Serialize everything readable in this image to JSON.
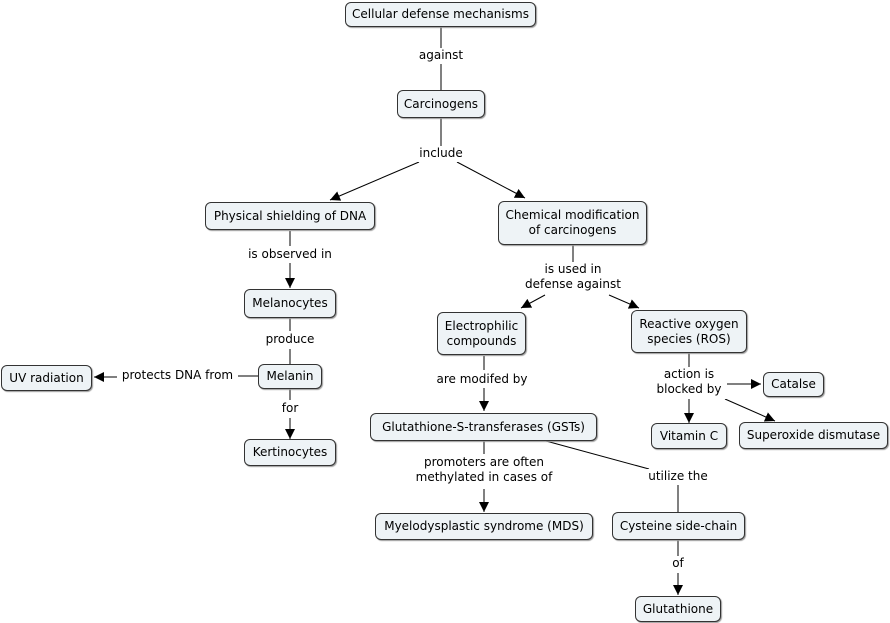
{
  "nodes": {
    "cellular_defense": "Cellular defense mechanisms",
    "carcinogens": "Carcinogens",
    "physical_shielding": "Physical shielding of DNA",
    "chemical_modification": "Chemical modification\nof carcinogens",
    "melanocytes": "Melanocytes",
    "melanin": "Melanin",
    "uv_radiation": "UV radiation",
    "kertinocytes": "Kertinocytes",
    "electrophilic": "Electrophilic\ncompounds",
    "ros": "Reactive oxygen\nspecies (ROS)",
    "gsts": "Glutathione-S-transferases (GSTs)",
    "mds": "Myelodysplastic syndrome (MDS)",
    "cysteine": "Cysteine side-chain",
    "glutathione": "Glutathione",
    "catalse": "Catalse",
    "vitamin_c": "Vitamin C",
    "superoxide": "Superoxide dismutase"
  },
  "links": {
    "against": "against",
    "include": "include",
    "is_observed_in": "is observed in",
    "is_used_in": "is used in\ndefense against",
    "produce": "produce",
    "protects_dna_from": "protects DNA from",
    "for": "for",
    "are_modified_by": "are modifed by",
    "action_blocked_by": "action is\nblocked by",
    "promoters_methylated": "promoters are often\nmethylated in cases of",
    "utilize_the": "utilize the",
    "of": "of"
  }
}
